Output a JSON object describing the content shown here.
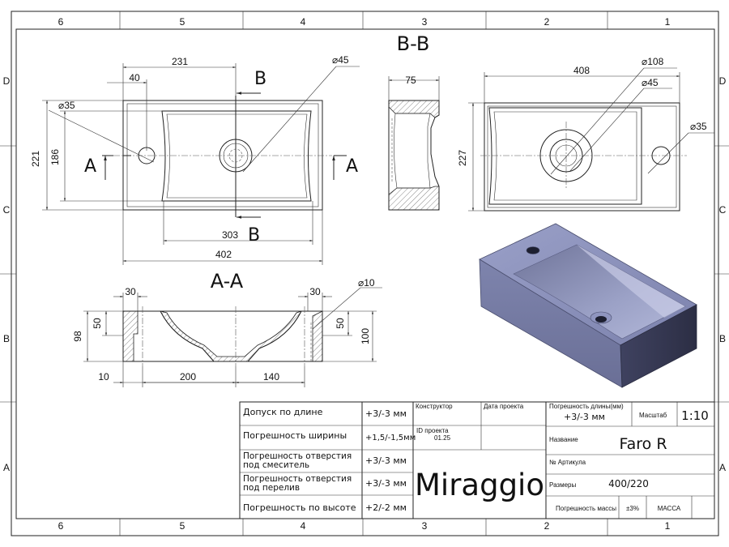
{
  "grid": {
    "columns": [
      "6",
      "5",
      "4",
      "3",
      "2",
      "1"
    ],
    "rows": [
      "D",
      "C",
      "B",
      "A"
    ]
  },
  "views": {
    "top": {
      "dims": {
        "d231": "231",
        "d40": "40",
        "d45": "45",
        "d35": "35",
        "d221": "221",
        "d186": "186",
        "d303": "303",
        "d402": "402"
      },
      "cut_b": "B",
      "cut_a": "A"
    },
    "section_bb": {
      "title": "B-B",
      "d75": "75"
    },
    "bottom": {
      "dims": {
        "d408": "408",
        "d108": "108",
        "d45": "45",
        "d35": "35",
        "d227": "227"
      }
    },
    "section_aa": {
      "title": "A-A",
      "dims": {
        "d30a": "30",
        "d30b": "30",
        "d10dia": "10",
        "d98": "98",
        "d50a": "50",
        "d50b": "50",
        "d100": "100",
        "d10": "10",
        "d200": "200",
        "d140": "140"
      }
    },
    "diameter_symbol": "⌀"
  },
  "title_block": {
    "tolerances": [
      {
        "label": "Допуск по длине",
        "value": "+3/-3 мм"
      },
      {
        "label": "Погрешность ширины",
        "value": "+1,5/-1,5мм"
      },
      {
        "label": "Погрешность отверстия под смеситель",
        "value": "+3/-3 мм"
      },
      {
        "label": "Погрешность отверстия под перелив",
        "value": "+3/-3 мм"
      },
      {
        "label": "Погрешность по высоте",
        "value": "+2/-2 мм"
      }
    ],
    "constructor_label": "Конструктор",
    "project_date_label": "Дата проекта",
    "project_id_label": "ID проекта",
    "project_id_value": "01.25",
    "brand": "Miraggio",
    "length_tolerance_label": "Погрешность длины(мм)",
    "length_tolerance_value": "+3/-3 мм",
    "scale_label": "Масштаб",
    "scale_value": "1:10",
    "name_label": "Название",
    "name_value": "Faro R",
    "article_label": "№ Артикула",
    "dimensions_label": "Размеры",
    "dimensions_value": "400/220",
    "mass_tolerance_label": "Погрешность массы",
    "mass_tolerance_value": "±3%",
    "mass_label": "МАССА"
  }
}
